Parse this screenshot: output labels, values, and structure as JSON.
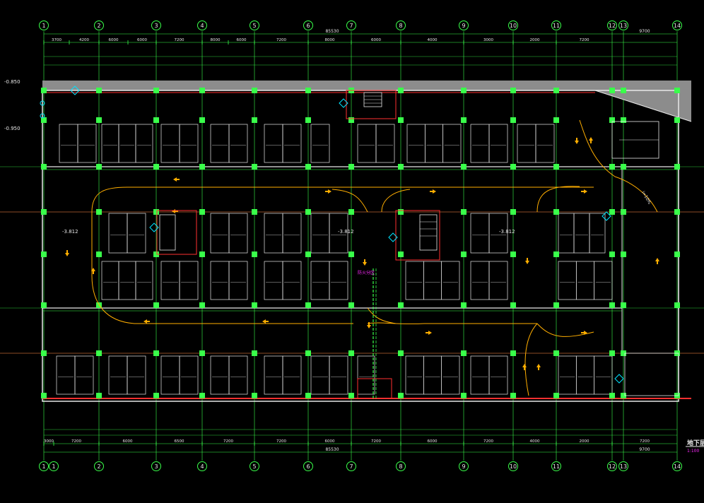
{
  "grid": {
    "labels_top": [
      "1",
      "2",
      "3",
      "4",
      "5",
      "6",
      "7",
      "8",
      "9",
      "10",
      "11",
      "12",
      "13",
      "14"
    ],
    "labels_bottom": [
      "1",
      "1",
      "2",
      "3",
      "4",
      "5",
      "6",
      "7",
      "8",
      "9",
      "10",
      "11",
      "12",
      "13",
      "14"
    ]
  },
  "dims": {
    "top_total": "85530",
    "top_right": "9700",
    "bottom_total": "85530",
    "bottom_right": "9700",
    "spans_top": [
      "3700",
      "4200",
      "6000",
      "6000",
      "7200",
      "8000",
      "6000",
      "7200",
      "8000",
      "6000",
      "4000",
      "3000",
      "2000",
      "7200"
    ],
    "spans_bottom": [
      "3000",
      "7200",
      "6000",
      "6500",
      "7200",
      "7200",
      "6000",
      "7200",
      "6000",
      "7200",
      "4000",
      "2000",
      "7200"
    ]
  },
  "labels": {
    "elev_left_1": "-0.850",
    "elev_left_2": "-0.950",
    "level_mid_left": "-3.812",
    "level_mid_right": "-3.812",
    "level_center": "-3.812",
    "ramp_note": "i=10%",
    "fire_zone": "防火分区",
    "drawing_title": "地下层",
    "drawing_scale": "1:100"
  },
  "colors": {
    "grid": "#39ff4a",
    "dim": "#39ff4a",
    "wall": "#e8e8e8",
    "red": "#ff3030",
    "orange": "#ffae00",
    "magenta": "#ff2bff",
    "cyan": "#00e5ff",
    "roof": "#8c8c8c"
  }
}
